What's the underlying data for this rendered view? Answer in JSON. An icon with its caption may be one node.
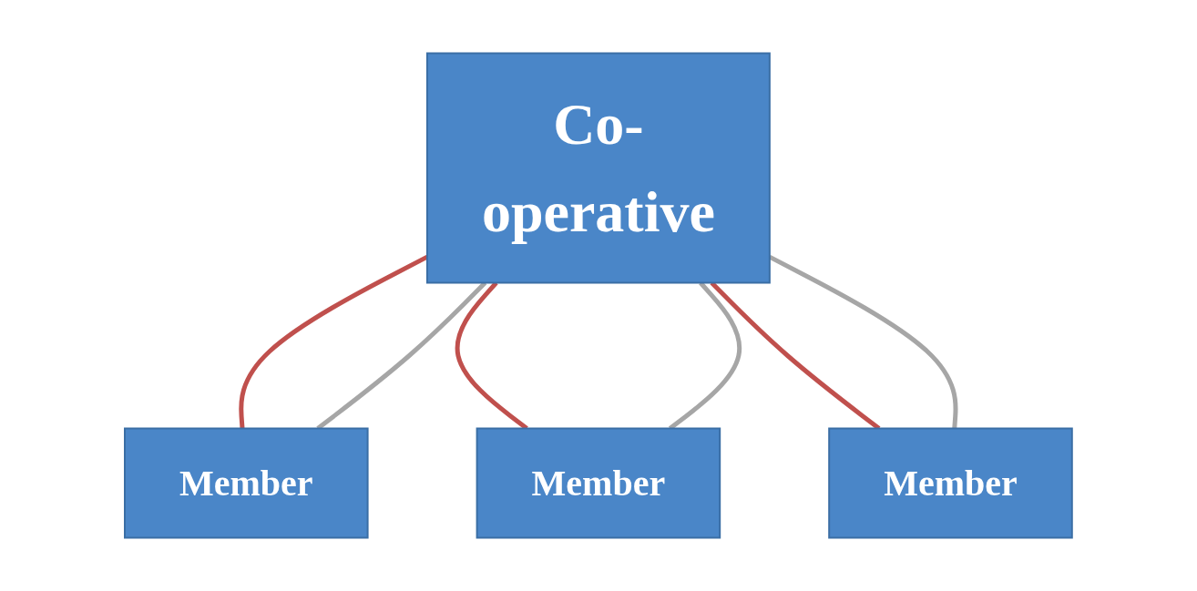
{
  "diagram": {
    "nodes": [
      {
        "text": [
          "Co-operative"
        ]
      },
      {
        "text": [
          "Member"
        ]
      },
      {
        "text": [
          "Member"
        ]
      },
      {
        "text": [
          "Member"
        ]
      }
    ],
    "edges": [
      {
        "from": 0,
        "to": 1,
        "arrow": "none",
        "color": "#c0504d"
      },
      {
        "from": 0,
        "to": 1,
        "arrow": "none",
        "color": "#a6a6a6"
      },
      {
        "from": 0,
        "to": 2,
        "arrow": "none",
        "color": "#c0504d"
      },
      {
        "from": 0,
        "to": 2,
        "arrow": "none",
        "color": "#a6a6a6"
      },
      {
        "from": 0,
        "to": 3,
        "arrow": "none",
        "color": "#c0504d"
      },
      {
        "from": 0,
        "to": 3,
        "arrow": "none",
        "color": "#a6a6a6"
      }
    ]
  }
}
